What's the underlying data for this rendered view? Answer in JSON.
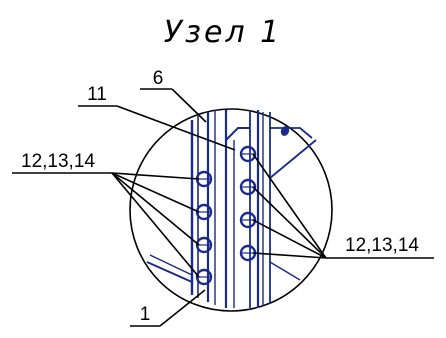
{
  "title": "Узел 1",
  "callouts": {
    "c6": "6",
    "c11": "11",
    "c1": "1",
    "c_left": "12,13,14",
    "c_right": "12,13,14"
  },
  "colors": {
    "detail_blue": "#1a2a8c",
    "leader_black": "#000000"
  }
}
